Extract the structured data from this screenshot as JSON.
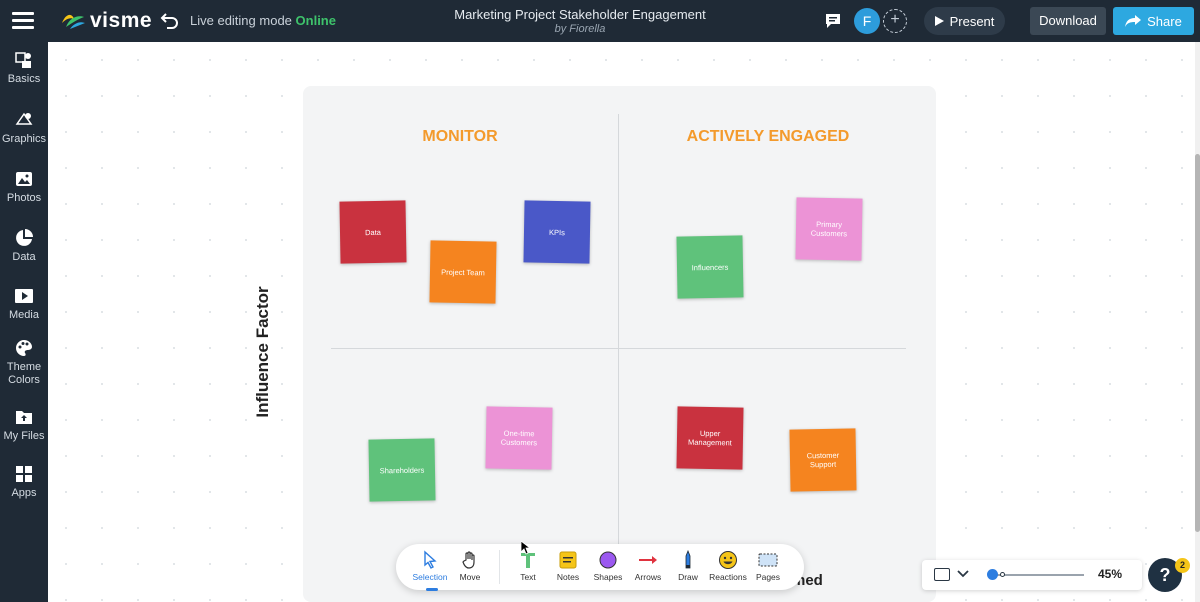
{
  "header": {
    "logo_text": "visme",
    "edit_mode_label": "Live editing mode",
    "edit_mode_status": "Online",
    "doc_title": "Marketing Project Stakeholder Engagement",
    "doc_author": "by Fiorella",
    "avatar_initial": "F",
    "present_label": "Present",
    "download_label": "Download",
    "share_label": "Share"
  },
  "sidebar": {
    "items": [
      {
        "label": "Basics",
        "icon": "basics-icon"
      },
      {
        "label": "Graphics",
        "icon": "graphics-icon"
      },
      {
        "label": "Photos",
        "icon": "photos-icon"
      },
      {
        "label": "Data",
        "icon": "data-pie-icon"
      },
      {
        "label": "Media",
        "icon": "media-icon"
      },
      {
        "label": "Theme Colors",
        "icon": "palette-icon"
      },
      {
        "label": "My Files",
        "icon": "folder-upload-icon"
      },
      {
        "label": "Apps",
        "icon": "apps-grid-icon"
      }
    ]
  },
  "board": {
    "quadrants": {
      "top_left": "MONITOR",
      "top_right": "ACTIVELY ENGAGED"
    },
    "y_axis_label": "Influence Factor",
    "x_axis_label_partial": "med",
    "notes": [
      {
        "text": "Data",
        "color": "#c9323f"
      },
      {
        "text": "Project Team",
        "color": "#f5841f"
      },
      {
        "text": "KPIs",
        "color": "#4a58c8"
      },
      {
        "text": "Influencers",
        "color": "#5fc27b"
      },
      {
        "text": "Primary Customers",
        "color": "#ec93d6"
      },
      {
        "text": "Shareholders",
        "color": "#5fc27b"
      },
      {
        "text": "One-time Customers",
        "color": "#ec93d6"
      },
      {
        "text": "Upper Management",
        "color": "#c9323f"
      },
      {
        "text": "Customer Support",
        "color": "#f5841f"
      }
    ]
  },
  "toolbar": {
    "tools": [
      {
        "label": "Selection",
        "icon": "cursor-icon",
        "active": true
      },
      {
        "label": "Move",
        "icon": "hand-icon",
        "active": false
      },
      {
        "label": "Text",
        "icon": "text-icon",
        "active": false
      },
      {
        "label": "Notes",
        "icon": "sticky-note-icon",
        "active": false
      },
      {
        "label": "Shapes",
        "icon": "circle-shape-icon",
        "active": false
      },
      {
        "label": "Arrows",
        "icon": "arrow-icon",
        "active": false
      },
      {
        "label": "Draw",
        "icon": "pencil-icon",
        "active": false
      },
      {
        "label": "Reactions",
        "icon": "emoji-icon",
        "active": false
      },
      {
        "label": "Pages",
        "icon": "pages-icon",
        "active": false
      }
    ]
  },
  "zoom": {
    "level_label": "45%",
    "level": 0.45
  },
  "help": {
    "label": "?",
    "badge_count": "2"
  },
  "colors": {
    "topbar": "#1f2a36",
    "accent_orange": "#f39a2c",
    "share_blue": "#2da8e0",
    "online_green": "#3ec26b"
  }
}
